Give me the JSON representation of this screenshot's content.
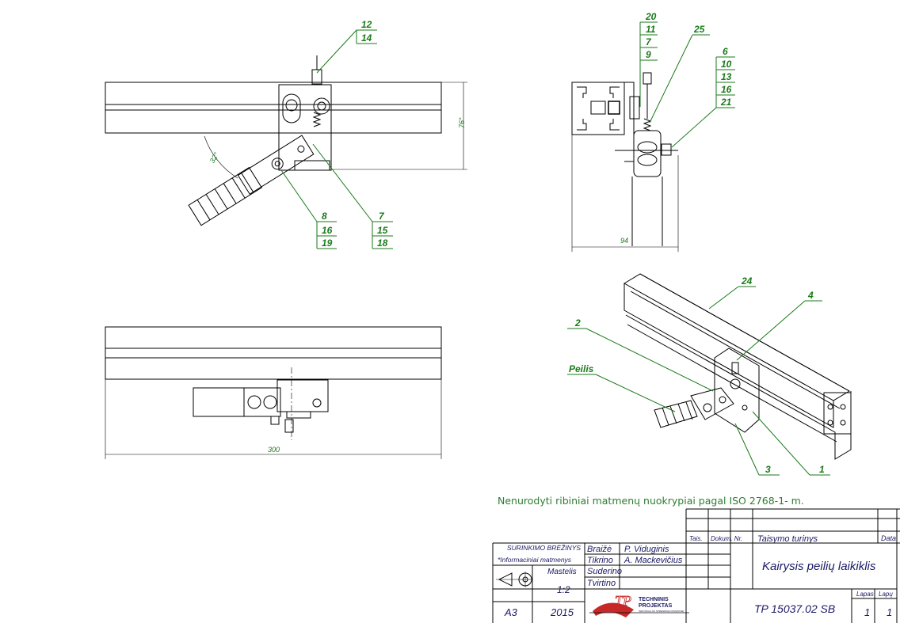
{
  "callouts": {
    "top_left_top": [
      "12",
      "14"
    ],
    "top_left_bottom_a": [
      "8",
      "16",
      "19"
    ],
    "top_left_bottom_b": [
      "7",
      "15",
      "18"
    ],
    "side_view_a": [
      "20",
      "11",
      "7",
      "9"
    ],
    "side_view_b": "25",
    "side_view_c": [
      "6",
      "10",
      "13",
      "16",
      "21"
    ],
    "iso": {
      "p24": "24",
      "p4": "4",
      "p2": "2",
      "peilis": "Peilis",
      "p3": "3",
      "p1": "1"
    }
  },
  "dimensions": {
    "angle": "32°",
    "height": "76°",
    "width_side": "94",
    "length": "300"
  },
  "note": "Nenurodyti ribiniai matmenų nuokrypiai pagal ISO 2768-1- m.",
  "revision_header": {
    "tais": "Tais.",
    "dokum": "Dokum. Nr.",
    "turinys": "Taisymo turinys",
    "data": "Data"
  },
  "title_block": {
    "drawing_type": "SURINKIMO BRĖŽINYS",
    "drawing_subtype": "*Informaciniai matmenys",
    "scale_label": "Mastelis",
    "scale": "1:2",
    "format": "A3",
    "year": "2015",
    "roles": [
      {
        "role": "Braižė",
        "name": "P. Viduginis"
      },
      {
        "role": "Tikrino",
        "name": "A. Mackevičius"
      },
      {
        "role": "Suderino",
        "name": ""
      },
      {
        "role": "Tvirtino",
        "name": ""
      }
    ],
    "company_line1": "TECHNINIS",
    "company_line2": "PROJEKTAS",
    "company_tag": "INDIVIDUALŪS SPRENDIMAI PRAMONEI",
    "logo_letters": "TP",
    "title": "Kairysis peilių laikiklis",
    "drawing_no": "TP 15037.02 SB",
    "lapas_label": "Lapas",
    "lapu_label": "Lapų",
    "lapas": "1",
    "lapu": "1"
  }
}
